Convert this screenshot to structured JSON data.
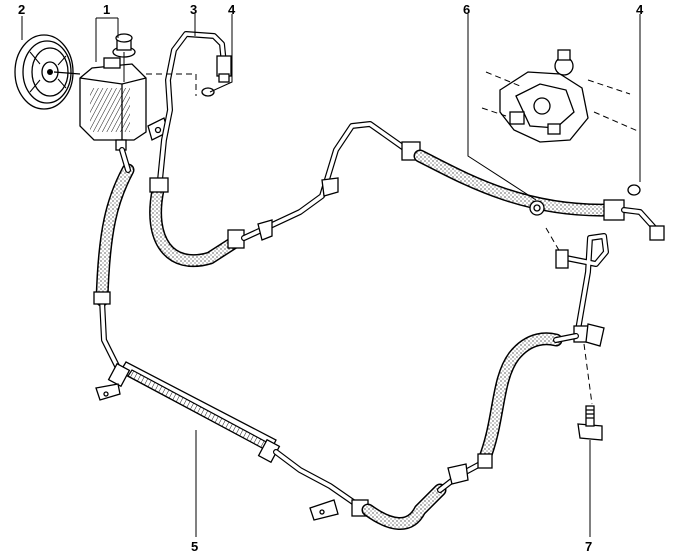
{
  "callouts": [
    {
      "id": "1",
      "label": "1"
    },
    {
      "id": "2",
      "label": "2"
    },
    {
      "id": "3",
      "label": "3"
    },
    {
      "id": "4a",
      "label": "4"
    },
    {
      "id": "5",
      "label": "5"
    },
    {
      "id": "6",
      "label": "6"
    },
    {
      "id": "4b",
      "label": "4"
    },
    {
      "id": "7",
      "label": "7"
    }
  ],
  "colors": {
    "line": "#000000",
    "background": "#ffffff"
  }
}
